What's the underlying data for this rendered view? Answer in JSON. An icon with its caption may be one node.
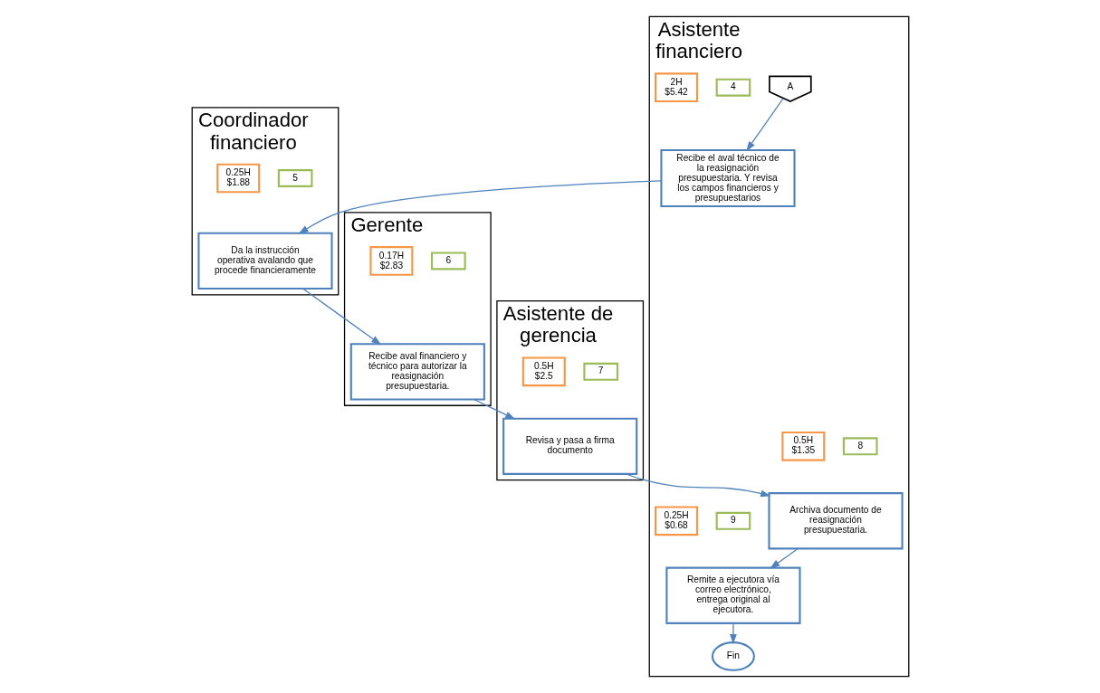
{
  "diagram": {
    "nodes": [
      {
        "text": [
          "Coordinador financiero"
        ]
      },
      {
        "text": [
          "Asistente financiero"
        ]
      },
      {
        "text": [
          "Gerente"
        ]
      },
      {
        "text": [
          "Asistente de gerencia"
        ]
      },
      {
        "text": [
          "A"
        ],
        "in": 1
      },
      {
        "text": [
          "4"
        ],
        "in": 1
      },
      {
        "text": [
          "2H $5.42"
        ],
        "in": 1
      },
      {
        "text": [
          "Recibe el aval técnico de la reasignación presupuestaria. Y revisa los campos financieros y presupuestarios"
        ],
        "in": 1
      },
      {
        "text": [
          "5"
        ],
        "in": 0
      },
      {
        "text": [
          "0.25H $1.88"
        ],
        "in": 0
      },
      {
        "text": [
          "Da la instrucción operativa avalando que procede financieramente"
        ],
        "in": 0
      },
      {
        "text": [
          "6"
        ],
        "in": 2
      },
      {
        "text": [
          "0.17H $2.83"
        ],
        "in": 2
      },
      {
        "text": [
          "Recibe aval financiero y técnico para autorizar la reasignación presupuestaria."
        ],
        "in": 2
      },
      {
        "text": [
          "7"
        ],
        "in": 3
      },
      {
        "text": [
          "0.5H $2.5"
        ],
        "in": 3
      },
      {
        "text": [
          "Revisa y pasa a firma documento"
        ],
        "in": 3
      },
      {
        "text": [
          "8"
        ],
        "in": 1
      },
      {
        "text": [
          "0.5H $1.35"
        ],
        "in": 1
      },
      {
        "text": [
          "Archiva documento de reasignación presupuestaria."
        ],
        "in": 1
      },
      {
        "text": [
          "9"
        ],
        "in": 1
      },
      {
        "text": [
          "0.25H $0.68"
        ],
        "in": 1
      },
      {
        "text": [
          "Remite a ejecutora vía correo electrónico, entrega original al ejecutora."
        ],
        "in": 1
      },
      {
        "text": [
          "Fin"
        ],
        "in": 1
      }
    ],
    "edges": [
      {
        "from": 4,
        "to": 7,
        "arrow": "to"
      },
      {
        "from": 7,
        "to": 10,
        "arrow": "to"
      },
      {
        "from": 10,
        "to": 13,
        "arrow": "to"
      },
      {
        "from": 13,
        "to": 16,
        "arrow": "to"
      },
      {
        "from": 16,
        "to": 19,
        "arrow": "to"
      },
      {
        "from": 19,
        "to": 22,
        "arrow": "to"
      },
      {
        "from": 22,
        "to": 23,
        "arrow": "to"
      }
    ]
  }
}
